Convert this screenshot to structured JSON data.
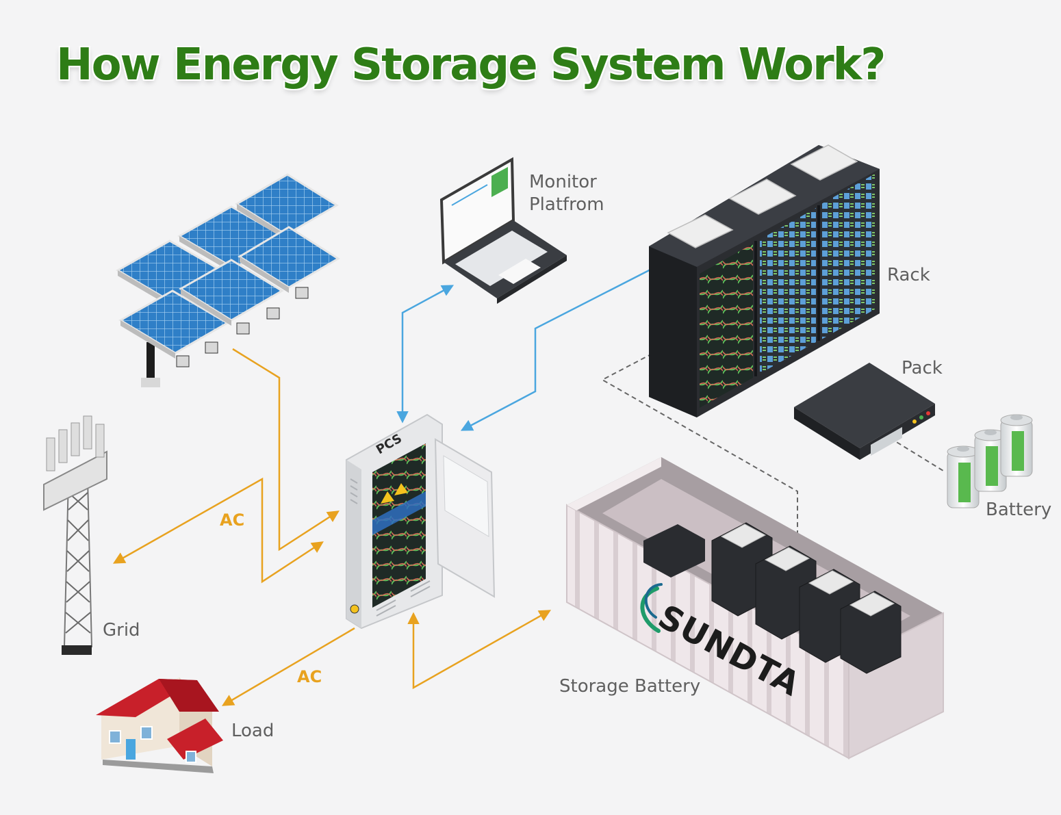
{
  "title": "How Energy Storage System Work?",
  "labels": {
    "monitor_line1": "Monitor",
    "monitor_line2": "Platfrom",
    "rack": "Rack",
    "pack": "Pack",
    "battery": "Battery",
    "grid": "Grid",
    "load": "Load",
    "storage_battery": "Storage Battery",
    "ac_grid": "AC",
    "ac_load": "AC",
    "pcs": "PCS",
    "brand": "SUNDTA"
  },
  "colors": {
    "title": "#2e7d16",
    "ac_flow": "#e8a21f",
    "data_flow": "#4aa6df",
    "label": "#5f5f5f",
    "solar_panel": "#2f7fc7",
    "rack": "#2b2d31",
    "house_roof": "#c8202a"
  },
  "icons": [
    "solar-array-icon",
    "laptop-icon",
    "rack-cabinet-icon",
    "battery-pack-icon",
    "battery-cells-icon",
    "grid-tower-icon",
    "pcs-cabinet-icon",
    "container-icon",
    "house-icon",
    "sundta-logo-icon"
  ]
}
